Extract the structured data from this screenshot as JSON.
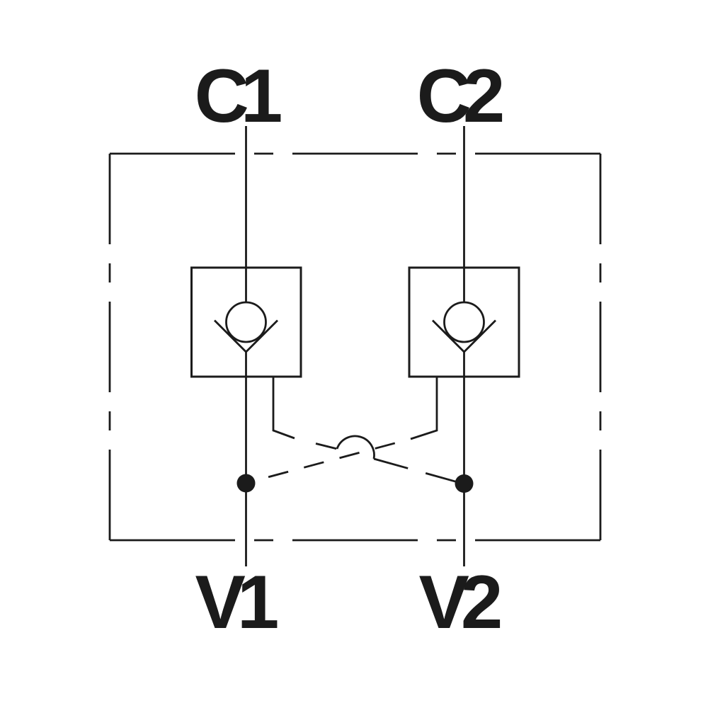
{
  "diagram": {
    "type": "hydraulic-valve-schematic",
    "ports": {
      "c1": "C1",
      "c2": "C2",
      "v1": "V1",
      "v2": "V2"
    },
    "colors": {
      "line": "#1b1b1b",
      "background": "#ffffff"
    }
  }
}
